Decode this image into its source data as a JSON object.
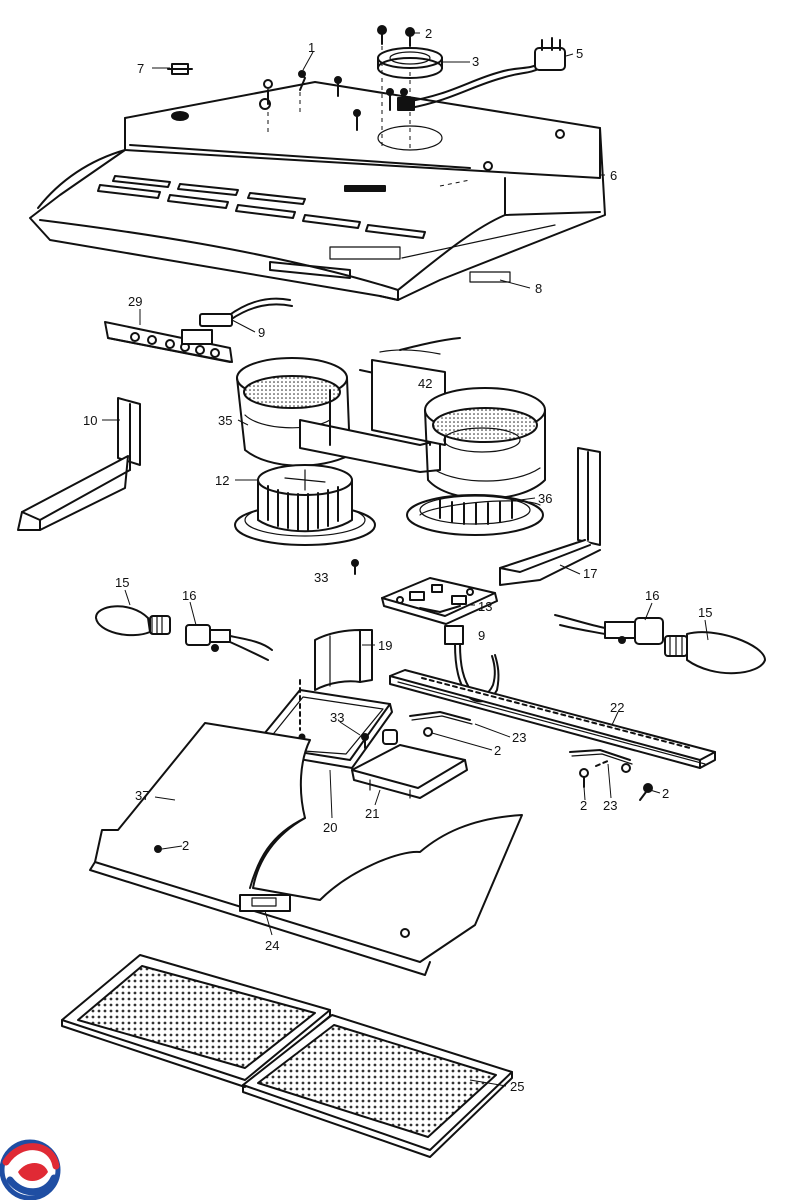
{
  "parts": [
    {
      "id": "1",
      "label": "1"
    },
    {
      "id": "2",
      "label": "2"
    },
    {
      "id": "3",
      "label": "3"
    },
    {
      "id": "5",
      "label": "5"
    },
    {
      "id": "6",
      "label": "6"
    },
    {
      "id": "7",
      "label": "7"
    },
    {
      "id": "8",
      "label": "8"
    },
    {
      "id": "9",
      "label": "9"
    },
    {
      "id": "10",
      "label": "10"
    },
    {
      "id": "12",
      "label": "12"
    },
    {
      "id": "13",
      "label": "13"
    },
    {
      "id": "15",
      "label": "15"
    },
    {
      "id": "16",
      "label": "16"
    },
    {
      "id": "17",
      "label": "17"
    },
    {
      "id": "19",
      "label": "19"
    },
    {
      "id": "20",
      "label": "20"
    },
    {
      "id": "21",
      "label": "21"
    },
    {
      "id": "22",
      "label": "22"
    },
    {
      "id": "23",
      "label": "23"
    },
    {
      "id": "24",
      "label": "24"
    },
    {
      "id": "25",
      "label": "25"
    },
    {
      "id": "29",
      "label": "29"
    },
    {
      "id": "33",
      "label": "33"
    },
    {
      "id": "35",
      "label": "35"
    },
    {
      "id": "36",
      "label": "36"
    },
    {
      "id": "37",
      "label": "37"
    },
    {
      "id": "42",
      "label": "42"
    }
  ],
  "colors": {
    "ink": "#111111",
    "logo_red": "#e02a35",
    "logo_blue": "#1f4ea3"
  },
  "logo": {
    "icon": "brand-swirl-logo"
  }
}
